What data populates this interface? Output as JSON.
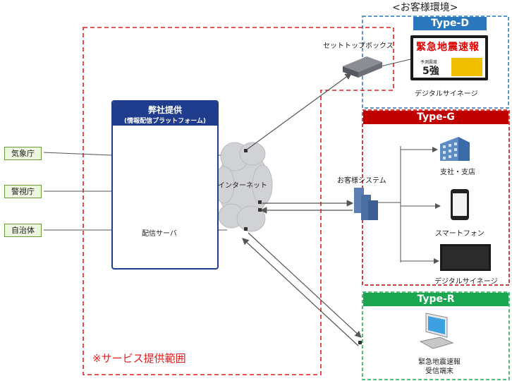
{
  "customer_env": "<お客様環境>",
  "service_scope": "※サービス提供範囲",
  "sources": [
    "気象庁",
    "警視庁",
    "自治体"
  ],
  "provider": {
    "title": "弊社提供",
    "subtitle": "(情報配信プラットフォーム)",
    "server_label": "配信サーバ"
  },
  "internet_label": "インターネット",
  "type_d": {
    "header": "Type-D",
    "stb_label": "セットトップボックス",
    "signage_label": "デジタルサイネージ",
    "screen_alert": "緊急地震速報",
    "screen_small": "予測震度",
    "screen_intensity": "5強"
  },
  "type_g": {
    "header": "Type-G",
    "system_label": "お客様システム",
    "branch_label": "支社・支店",
    "phone_label": "スマートフォン",
    "signage_label": "デジタルサイネージ"
  },
  "type_r": {
    "header": "Type-R",
    "terminal_label_1": "緊急地震速報",
    "terminal_label_2": "受信端末"
  },
  "colors": {
    "provider_blue": "#1f3d8c",
    "type_d": "#2b77bd",
    "type_g": "#c00000",
    "type_r": "#1aa550",
    "scope_red": "#e02020"
  }
}
